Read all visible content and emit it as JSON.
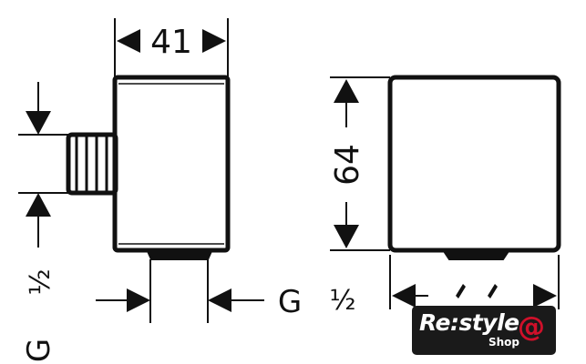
{
  "dimensions": {
    "width": "41",
    "height": "64",
    "side_thread_g": "G",
    "side_thread_size": "½",
    "bottom_thread_g": "G",
    "bottom_thread_size": "½"
  },
  "logo": {
    "brand": "Re:style",
    "sub": "Shop",
    "mark": "@"
  },
  "colors": {
    "line": "#111111",
    "logo_bg": "#1a1a1a",
    "logo_accent": "#d0102a"
  }
}
